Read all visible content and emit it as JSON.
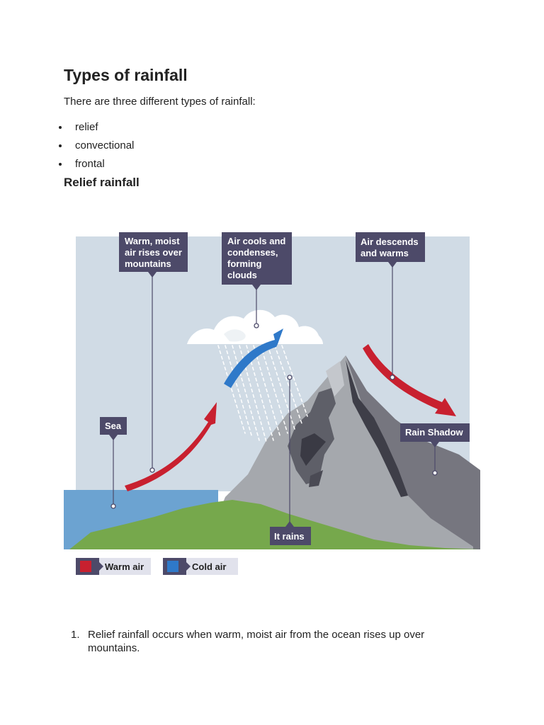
{
  "page": {
    "title": "Types of rainfall",
    "intro": "There are three different types of rainfall:",
    "bullets": [
      "relief",
      "convectional",
      "frontal"
    ],
    "subheading": "Relief rainfall"
  },
  "diagram": {
    "callouts": {
      "warm_rises": [
        "Warm, moist",
        "air rises over",
        "mountains"
      ],
      "cools": [
        "Air cools and",
        "condenses,",
        "forming",
        "clouds"
      ],
      "descends": [
        "Air descends",
        "and warms"
      ],
      "sea": "Sea",
      "rain_shadow": "Rain Shadow",
      "it_rains": "It rains"
    },
    "legend": {
      "warm": "Warm air",
      "cold": "Cold air"
    },
    "colors": {
      "warm_arrow": "#c8202f",
      "cold_arrow": "#2f79c9",
      "callout_bg": "#4d4a69",
      "sky": "#d0dbe5",
      "sea": "#6ca3d1",
      "grass": "#76a84c",
      "mountain": "#a5a8ad",
      "mountain_shadow": "#76767f"
    }
  },
  "steps": [
    {
      "num": "1.",
      "text": "Relief rainfall occurs when warm, moist air from the ocean rises up over mountains."
    }
  ]
}
